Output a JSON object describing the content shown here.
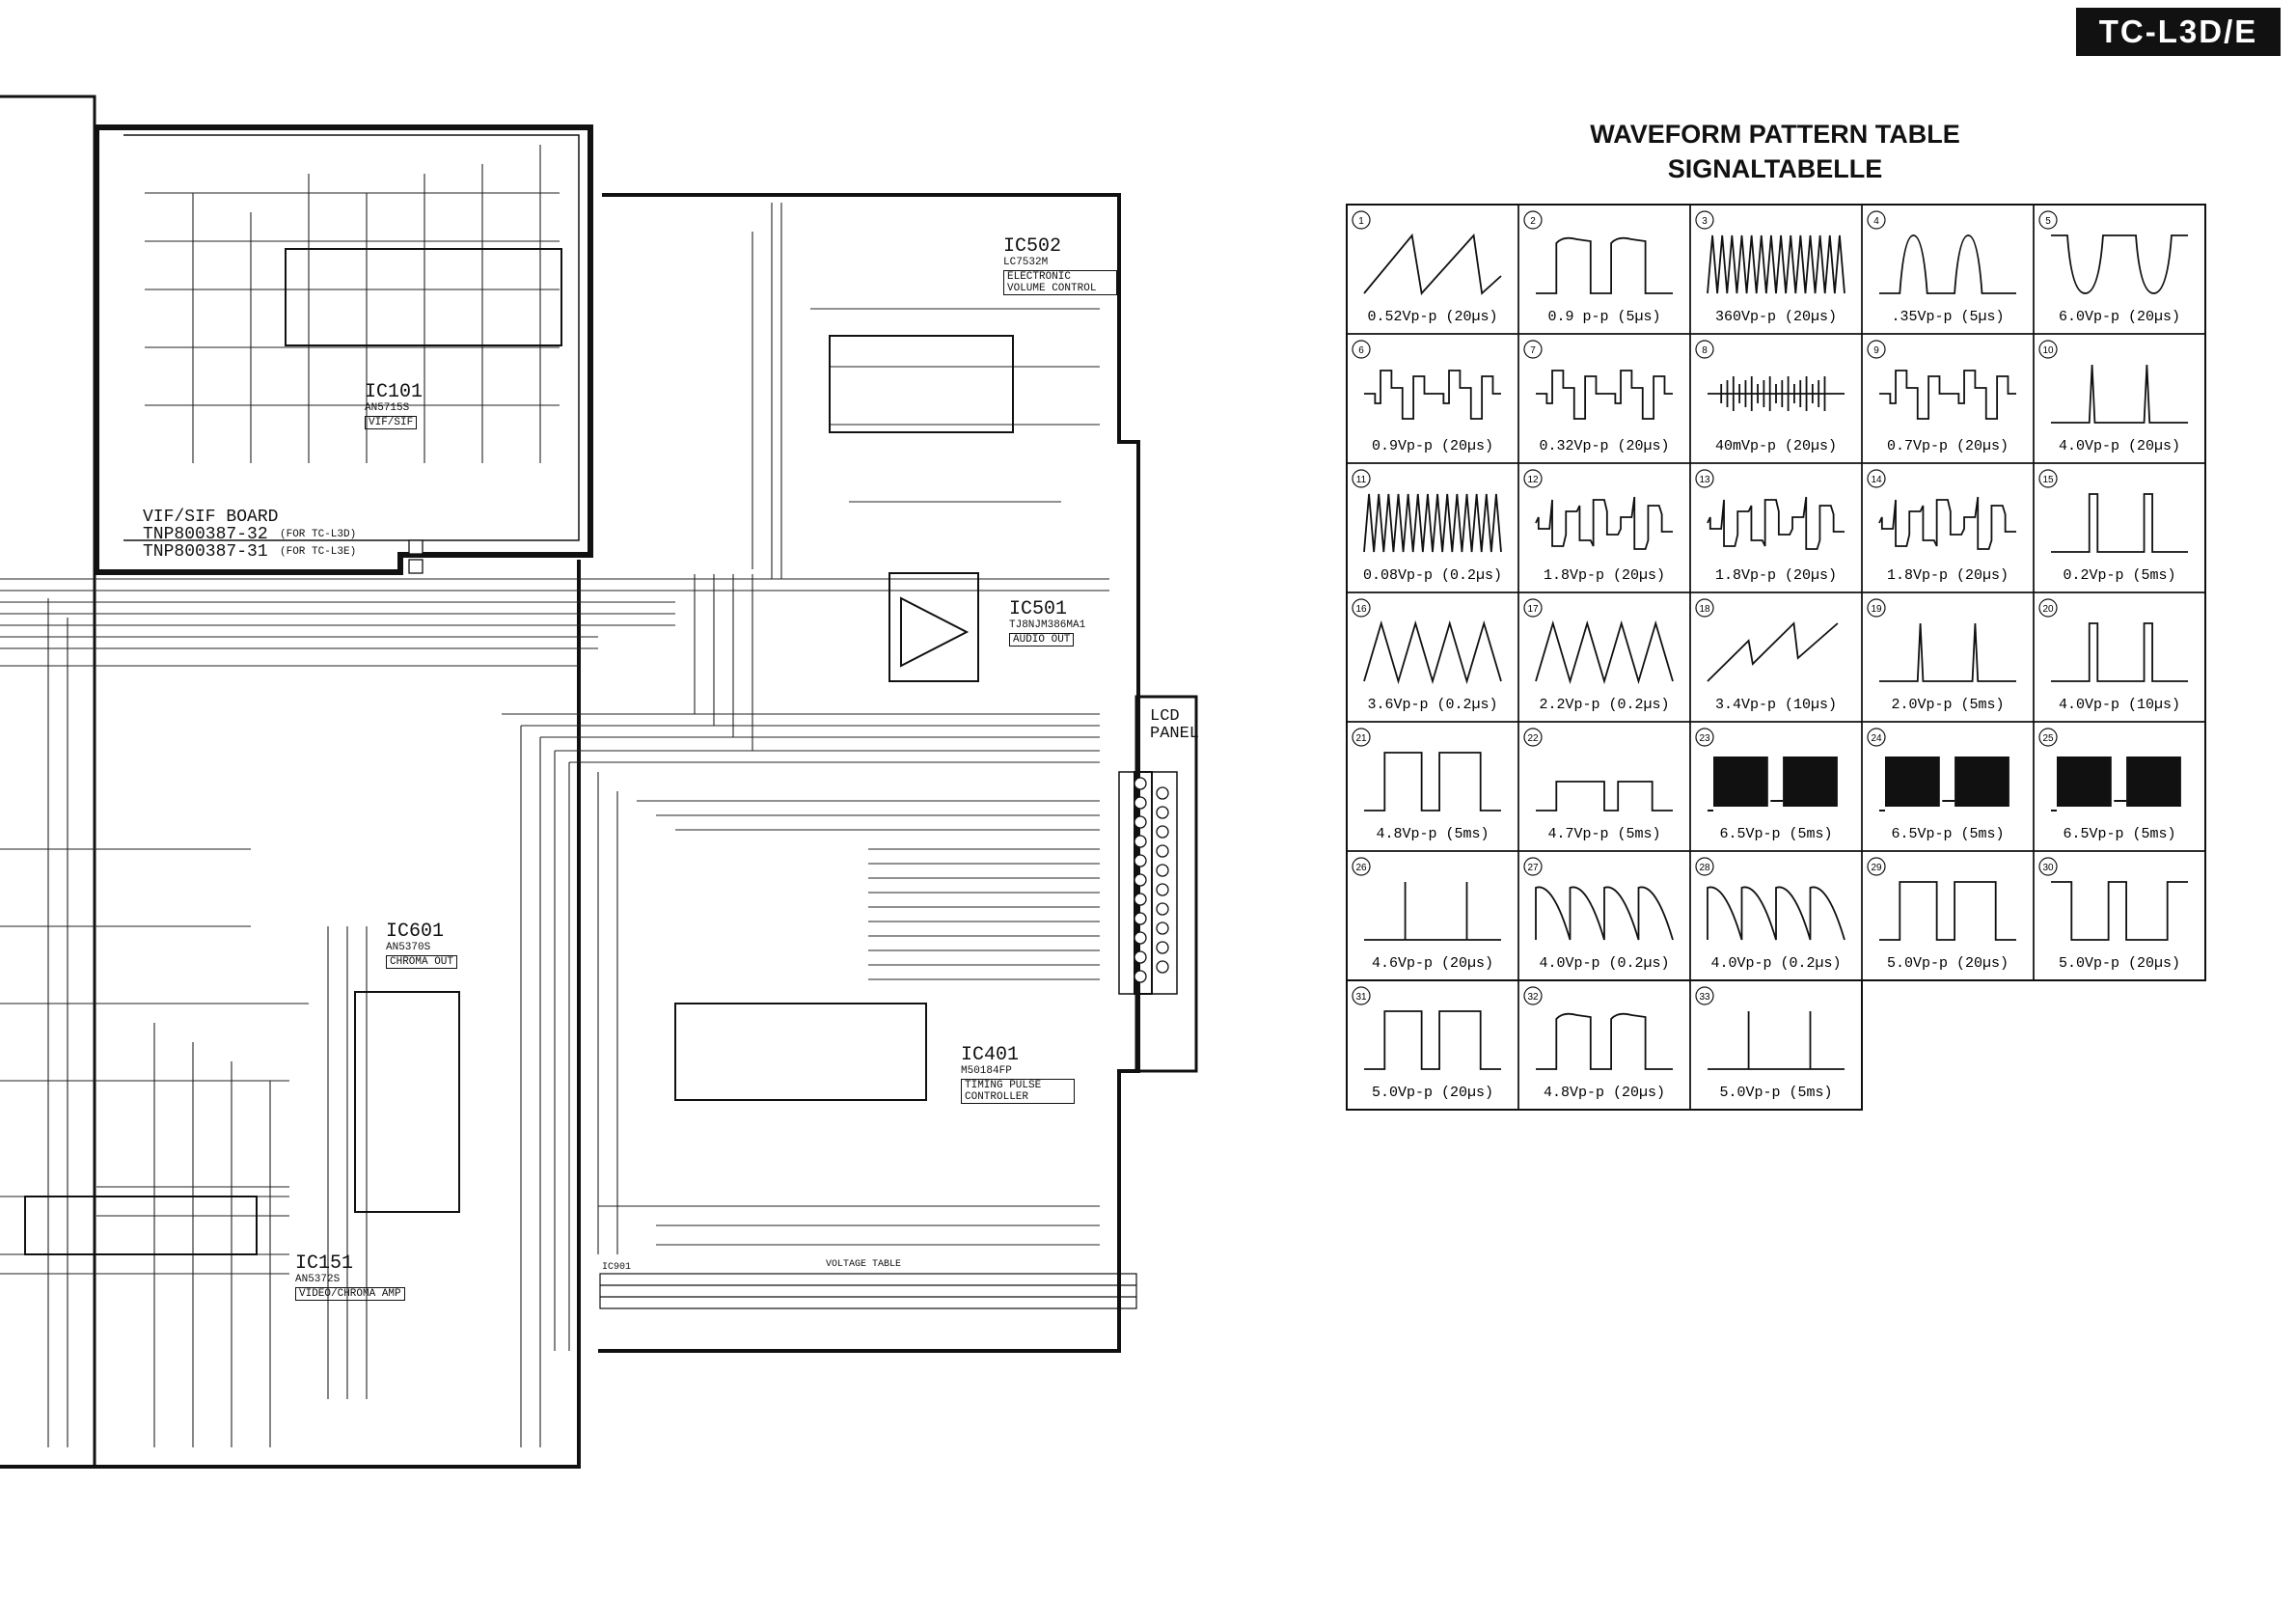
{
  "header": {
    "model": "TC-L3D/E"
  },
  "waveform_table": {
    "title": "WAVEFORM PATTERN TABLE",
    "subtitle": "SIGNALTABELLE",
    "cells": [
      {
        "n": "1",
        "label": "0.52Vp-p (20µs)",
        "shape": "sawtooth"
      },
      {
        "n": "2",
        "label": "0.9 p-p (5µs)",
        "shape": "round-pulse"
      },
      {
        "n": "3",
        "label": "360Vp-p (20µs)",
        "shape": "dense-zigzag"
      },
      {
        "n": "4",
        "label": ".35Vp-p (5µs)",
        "shape": "bumps"
      },
      {
        "n": "5",
        "label": "6.0Vp-p (20µs)",
        "shape": "dips"
      },
      {
        "n": "6",
        "label": "0.9Vp-p (20µs)",
        "shape": "staircase"
      },
      {
        "n": "7",
        "label": "0.32Vp-p (20µs)",
        "shape": "staircase"
      },
      {
        "n": "8",
        "label": "40mVp-p (20µs)",
        "shape": "burst"
      },
      {
        "n": "9",
        "label": "0.7Vp-p (20µs)",
        "shape": "staircase"
      },
      {
        "n": "10",
        "label": "4.0Vp-p (20µs)",
        "shape": "spikes"
      },
      {
        "n": "11",
        "label": "0.08Vp-p (0.2µs)",
        "shape": "dense-zigzag"
      },
      {
        "n": "12",
        "label": "1.8Vp-p (20µs)",
        "shape": "bars"
      },
      {
        "n": "13",
        "label": "1.8Vp-p (20µs)",
        "shape": "bars"
      },
      {
        "n": "14",
        "label": "1.8Vp-p (20µs)",
        "shape": "bars"
      },
      {
        "n": "15",
        "label": "0.2Vp-p (5ms)",
        "shape": "narrow-pulse"
      },
      {
        "n": "16",
        "label": "3.6Vp-p (0.2µs)",
        "shape": "triangle"
      },
      {
        "n": "17",
        "label": "2.2Vp-p (0.2µs)",
        "shape": "triangle"
      },
      {
        "n": "18",
        "label": "3.4Vp-p (10µs)",
        "shape": "sawtooth-rise"
      },
      {
        "n": "19",
        "label": "2.0Vp-p (5ms)",
        "shape": "spikes"
      },
      {
        "n": "20",
        "label": "4.0Vp-p (10µs)",
        "shape": "narrow-pulse"
      },
      {
        "n": "21",
        "label": "4.8Vp-p (5ms)",
        "shape": "square"
      },
      {
        "n": "22",
        "label": "4.7Vp-p (5ms)",
        "shape": "square-low"
      },
      {
        "n": "23",
        "label": "6.5Vp-p (5ms)",
        "shape": "filled-block"
      },
      {
        "n": "24",
        "label": "6.5Vp-p (5ms)",
        "shape": "filled-block"
      },
      {
        "n": "25",
        "label": "6.5Vp-p (5ms)",
        "shape": "filled-block"
      },
      {
        "n": "26",
        "label": "4.6Vp-p (20µs)",
        "shape": "thin-spikes"
      },
      {
        "n": "27",
        "label": "4.0Vp-p (0.2µs)",
        "shape": "arches"
      },
      {
        "n": "28",
        "label": "4.0Vp-p (0.2µs)",
        "shape": "arches"
      },
      {
        "n": "29",
        "label": "5.0Vp-p (20µs)",
        "shape": "square"
      },
      {
        "n": "30",
        "label": "5.0Vp-p (20µs)",
        "shape": "square-inv"
      },
      {
        "n": "31",
        "label": "5.0Vp-p (20µs)",
        "shape": "square"
      },
      {
        "n": "32",
        "label": "4.8Vp-p (20µs)",
        "shape": "round-pulse"
      },
      {
        "n": "33",
        "label": "5.0Vp-p (5ms)",
        "shape": "thin-spikes"
      }
    ]
  },
  "schematic": {
    "board_title": "VIF/SIF BOARD",
    "board_part_1": "TNP800387-32",
    "board_note_1": "(FOR TC-L3D)",
    "board_part_2": "TNP800387-31",
    "board_note_2": "(FOR TC-L3E)",
    "ic_labels": [
      {
        "name": "IC101",
        "part": "AN5715S",
        "func": "VIF/SIF"
      },
      {
        "name": "IC502",
        "part": "LC7532M",
        "func": "ELECTRONIC VOLUME CONTROL"
      },
      {
        "name": "IC501",
        "part": "TJ8NJM386MA1",
        "func": "AUDIO OUT"
      },
      {
        "name": "IC601",
        "part": "AN5370S",
        "func": "CHROMA OUT"
      },
      {
        "name": "IC401",
        "part": "M50184FP",
        "func": "TIMING PULSE CONTROLLER"
      },
      {
        "name": "IC151",
        "part": "AN5372S",
        "func": "VIDEO/CHROMA AMP"
      }
    ],
    "lcd_panel_label": "LCD PANEL",
    "voltage_table_title": "VOLTAGE TABLE",
    "voltage_table_ic": "IC901"
  }
}
